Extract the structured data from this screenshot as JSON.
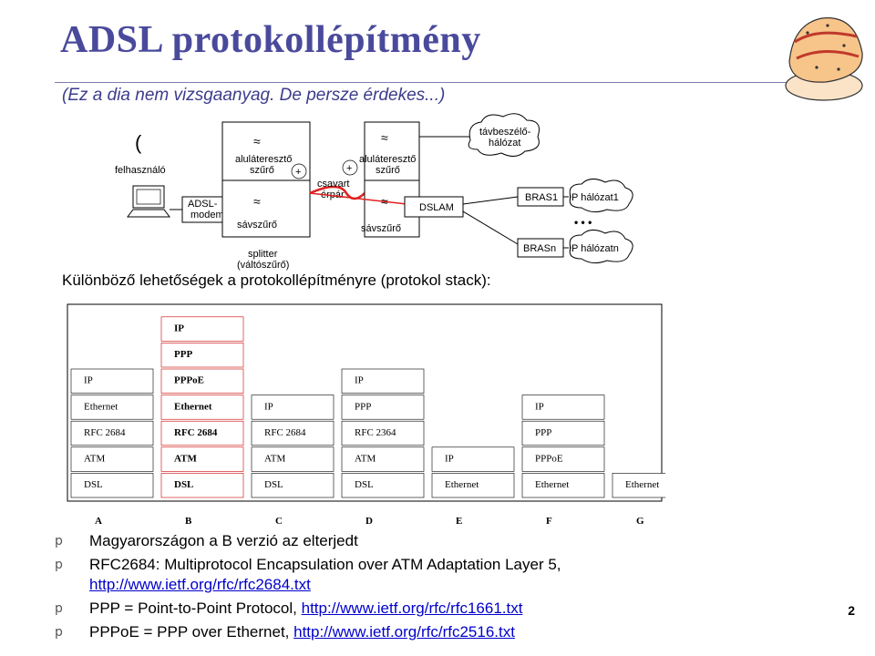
{
  "slide": {
    "title": "ADSL protokollépítmény",
    "subtitle": "(Ez a dia nem vizsgaanyag. De persze érdekes...)",
    "section_heading": "Különböző lehetőségek a protokollépítményre (protokol stack):",
    "page_number": "2"
  },
  "network": {
    "paren": "(",
    "user": "felhasználó",
    "modem": [
      "ADSL-",
      "modem"
    ],
    "lowpass1": [
      "aluláteresztő",
      "szűrő"
    ],
    "bandpass1": "sávszűrő",
    "splitter": [
      "splitter",
      "(váltószűrő)"
    ],
    "twisted_pair": [
      "csavart",
      "érpár"
    ],
    "lowpass2": [
      "aluláteresztő",
      "szűrő"
    ],
    "bandpass2": "sávszűrő",
    "dslam": "DSLAM",
    "phone_network": [
      "távbeszélő-",
      "hálózat"
    ],
    "bras1": "BRAS1",
    "brasn": "BRASn",
    "ip_net1": "IP hálózat1",
    "ip_netn": "IP hálózatn",
    "ellipsis": "• • •",
    "plus": "+"
  },
  "stacks": [
    {
      "label": "A",
      "layers": [
        "IP",
        "Ethernet",
        "RFC 2684",
        "ATM",
        "DSL"
      ]
    },
    {
      "label": "B",
      "layers": [
        "IP",
        "PPP",
        "PPPoE",
        "Ethernet",
        "RFC 2684",
        "ATM",
        "DSL"
      ]
    },
    {
      "label": "C",
      "layers": [
        "IP",
        "RFC 2684",
        "ATM",
        "DSL"
      ]
    },
    {
      "label": "D",
      "layers": [
        "IP",
        "PPP",
        "RFC 2364",
        "ATM",
        "DSL"
      ]
    },
    {
      "label": "E",
      "layers": [
        "IP",
        "Ethernet"
      ]
    },
    {
      "label": "F",
      "layers": [
        "IP",
        "PPP",
        "PPPoE",
        "Ethernet"
      ]
    },
    {
      "label": "G",
      "layers": [
        "Ethernet"
      ]
    }
  ],
  "colors": {
    "title": "#4a4a9c",
    "highlight": "#cc0000",
    "link": "#0000cc",
    "cable": "#e02020"
  },
  "bullets": [
    {
      "marker": "p",
      "text": "Magyarországon a B verzió az elterjedt",
      "link": ""
    },
    {
      "marker": "p",
      "text": "RFC2684: Multiprotocol Encapsulation over ATM Adaptation Layer 5,",
      "link": "http://www.ietf.org/rfc/rfc2684.txt"
    },
    {
      "marker": "p",
      "text": "PPP = Point-to-Point Protocol, ",
      "link": "http://www.ietf.org/rfc/rfc1661.txt"
    },
    {
      "marker": "p",
      "text": "PPPoE = PPP over Ethernet, ",
      "link": "http://www.ietf.org/rfc/rfc2516.txt"
    }
  ]
}
